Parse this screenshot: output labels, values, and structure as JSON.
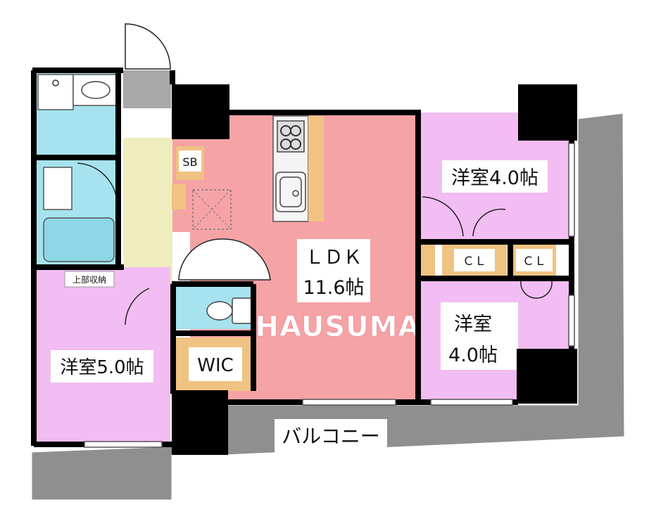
{
  "rooms": {
    "ldk": {
      "name": "ＬＤＫ",
      "size": "11.6帖"
    },
    "western_ne": "洋室4.0帖",
    "western_se_name": "洋室",
    "western_se_size": "4.0帖",
    "western_sw": "洋室5.0帖",
    "wic": "WIC",
    "sb": "SB",
    "cl_1": "ＣＬ",
    "cl_2": "ＣＬ",
    "upper_storage": "上部収納",
    "balcony": "バルコニー"
  },
  "watermark": "HAUSUMA",
  "colors": {
    "ldk": "#f6a3a6",
    "western": "#f2bdf2",
    "wet_area": "#a6e3ef",
    "hall": "#efedbd",
    "storage": "#f0c383",
    "balcony": "#8f8f8f",
    "column": "#000000",
    "gray_block": "#a8a8a8"
  }
}
